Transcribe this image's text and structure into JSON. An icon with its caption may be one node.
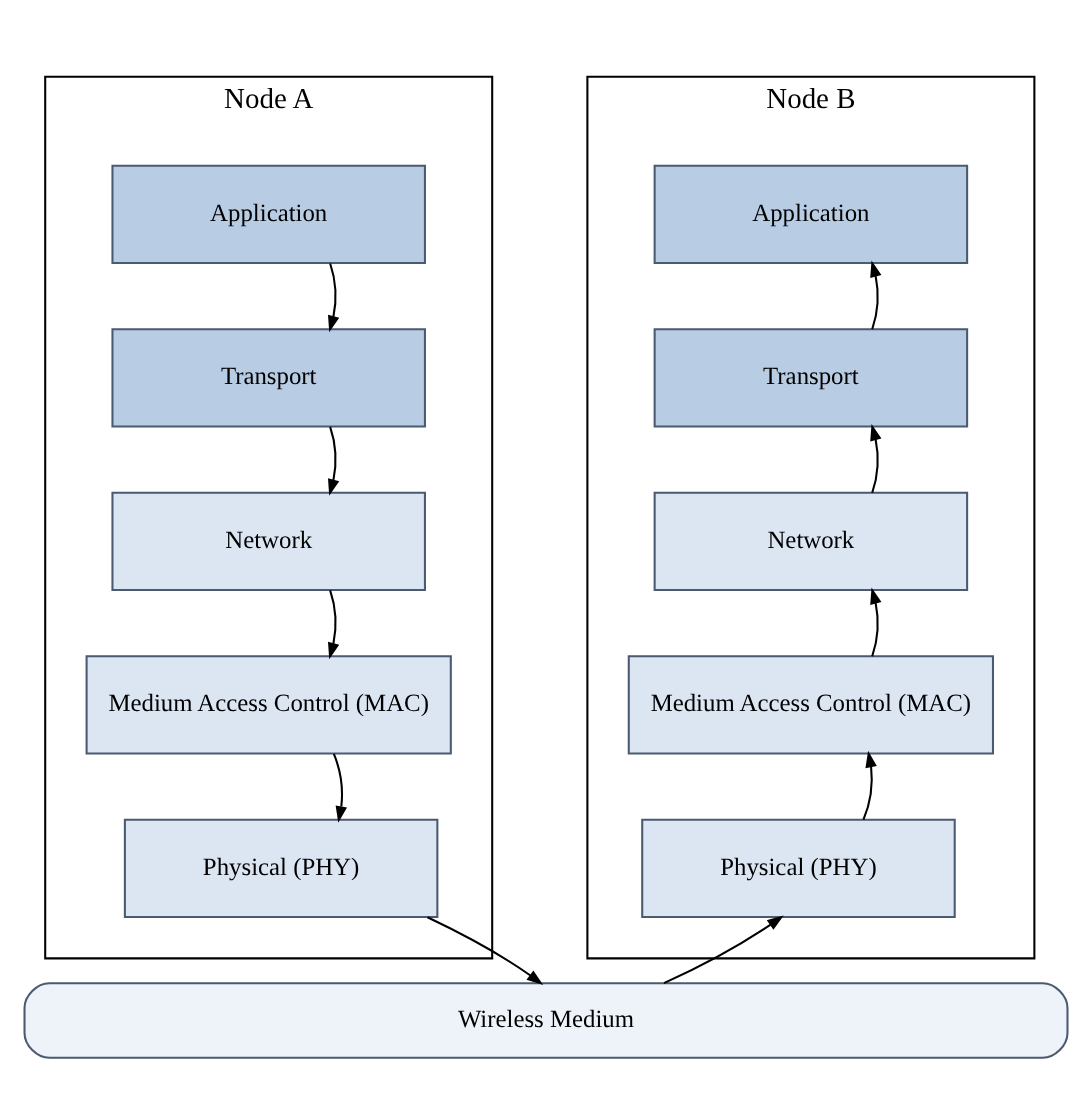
{
  "diagram": {
    "nodes": [
      {
        "text": [
          "Node A"
        ]
      },
      {
        "text": [
          "Application"
        ],
        "in": 0
      },
      {
        "text": [
          "Transport"
        ],
        "in": 0
      },
      {
        "text": [
          "Network"
        ],
        "in": 0
      },
      {
        "text": [
          "Medium Access Control (MAC)"
        ],
        "in": 0
      },
      {
        "text": [
          "Physical (PHY)"
        ],
        "in": 0
      },
      {
        "text": [
          "Node B"
        ]
      },
      {
        "text": [
          "Application"
        ],
        "in": 6
      },
      {
        "text": [
          "Transport"
        ],
        "in": 6
      },
      {
        "text": [
          "Network"
        ],
        "in": 6
      },
      {
        "text": [
          "Medium Access Control (MAC)"
        ],
        "in": 6
      },
      {
        "text": [
          "Physical (PHY)"
        ],
        "in": 6
      },
      {
        "text": [
          "Wireless Medium"
        ]
      }
    ],
    "edges": [
      {
        "from": 1,
        "to": 2,
        "arrow": "to"
      },
      {
        "from": 2,
        "to": 3,
        "arrow": "to"
      },
      {
        "from": 3,
        "to": 4,
        "arrow": "to"
      },
      {
        "from": 4,
        "to": 5,
        "arrow": "to"
      },
      {
        "from": 5,
        "to": 12,
        "arrow": "to"
      },
      {
        "from": 12,
        "to": 11,
        "arrow": "to"
      },
      {
        "from": 11,
        "to": 10,
        "arrow": "to"
      },
      {
        "from": 10,
        "to": 9,
        "arrow": "to"
      },
      {
        "from": 9,
        "to": 8,
        "arrow": "to"
      },
      {
        "from": 8,
        "to": 7,
        "arrow": "to"
      }
    ]
  }
}
